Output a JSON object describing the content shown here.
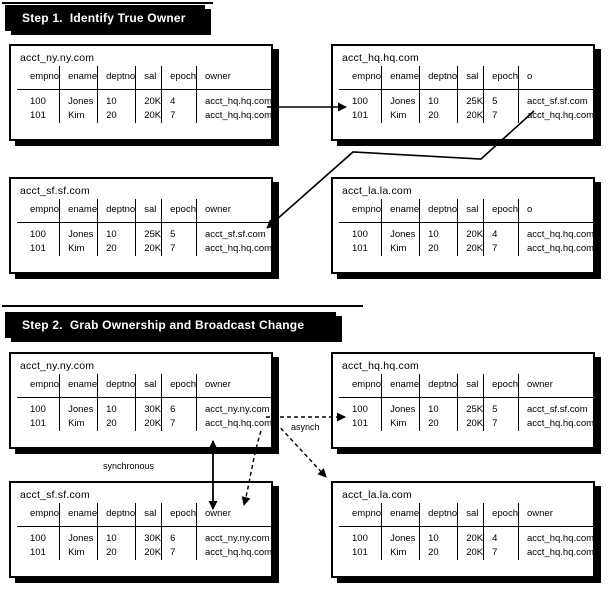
{
  "steps": [
    {
      "label": "Step 1.  Identify True Owner"
    },
    {
      "label": "Step 2.  Grab Ownership and Broadcast Change"
    }
  ],
  "labels": {
    "synchronous": "synchronous",
    "asynch": "asynch"
  },
  "colors": {
    "ink": "#000000",
    "paper": "#ffffff"
  },
  "tables": {
    "s1_ny": {
      "title": "acct_ny.ny.com",
      "headers": [
        "empno",
        "ename",
        "deptno",
        "sal",
        "epoch",
        "owner"
      ],
      "rows": [
        [
          "100",
          "Jones",
          "10",
          "20K",
          "4",
          "acct_hq.hq.com"
        ],
        [
          "101",
          "Kim",
          "20",
          "20K",
          "7",
          "acct_hq.hq.com"
        ]
      ]
    },
    "s1_hq": {
      "title": "acct_hq.hq.com",
      "headers": [
        "empno",
        "ename",
        "deptno",
        "sal",
        "epoch",
        "o"
      ],
      "rows": [
        [
          "100",
          "Jones",
          "10",
          "25K",
          "5",
          "acct_sf.sf.com"
        ],
        [
          "101",
          "Kim",
          "20",
          "20K",
          "7",
          "acct_hq.hq.com"
        ]
      ]
    },
    "s1_sf": {
      "title": "acct_sf.sf.com",
      "headers": [
        "empno",
        "ename",
        "deptno",
        "sal",
        "epoch",
        "owner"
      ],
      "rows": [
        [
          "100",
          "Jones",
          "10",
          "25K",
          "5",
          "acct_sf.sf.com"
        ],
        [
          "101",
          "Kim",
          "20",
          "20K",
          "7",
          "acct_hq.hq.com"
        ]
      ]
    },
    "s1_la": {
      "title": "acct_la.la.com",
      "headers": [
        "empno",
        "ename",
        "deptno",
        "sal",
        "epoch",
        "o"
      ],
      "rows": [
        [
          "100",
          "Jones",
          "10",
          "20K",
          "4",
          "acct_hq.hq.com"
        ],
        [
          "101",
          "Kim",
          "20",
          "20K",
          "7",
          "acct_hq.hq.com"
        ]
      ]
    },
    "s2_ny": {
      "title": "acct_ny.ny.com",
      "headers": [
        "empno",
        "ename",
        "deptno",
        "sal",
        "epoch",
        "owner"
      ],
      "rows": [
        [
          "100",
          "Jones",
          "10",
          "30K",
          "6",
          "acct_ny.ny.com"
        ],
        [
          "101",
          "Kim",
          "20",
          "20K",
          "7",
          "acct_hq.hq.com"
        ]
      ]
    },
    "s2_hq": {
      "title": "acct_hq.hq.com",
      "headers": [
        "empno",
        "ename",
        "deptno",
        "sal",
        "epoch",
        "owner"
      ],
      "rows": [
        [
          "100",
          "Jones",
          "10",
          "25K",
          "5",
          "acct_sf.sf.com"
        ],
        [
          "101",
          "Kim",
          "20",
          "20K",
          "7",
          "acct_hq.hq.com"
        ]
      ]
    },
    "s2_sf": {
      "title": "acct_sf.sf.com",
      "headers": [
        "empno",
        "ename",
        "deptno",
        "sal",
        "epoch",
        "owner"
      ],
      "rows": [
        [
          "100",
          "Jones",
          "10",
          "30K",
          "6",
          "acct_ny.ny.com"
        ],
        [
          "101",
          "Kim",
          "20",
          "20K",
          "7",
          "acct_hq.hq.com"
        ]
      ]
    },
    "s2_la": {
      "title": "acct_la.la.com",
      "headers": [
        "empno",
        "ename",
        "deptno",
        "sal",
        "epoch",
        "owner"
      ],
      "rows": [
        [
          "100",
          "Jones",
          "10",
          "20K",
          "4",
          "acct_hq.hq.com"
        ],
        [
          "101",
          "Kim",
          "20",
          "20K",
          "7",
          "acct_hq.hq.com"
        ]
      ]
    }
  }
}
